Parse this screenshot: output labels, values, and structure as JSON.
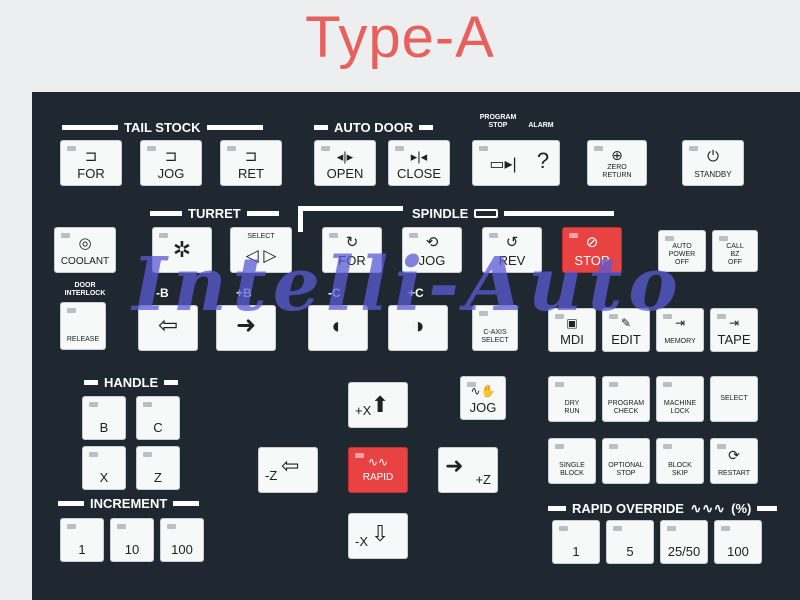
{
  "title": "Type-A",
  "watermark": "Intelli-Auto",
  "sections": {
    "tail_stock": "TAIL STOCK",
    "auto_door": "AUTO DOOR",
    "turret": "TURRET",
    "spindle": "SPINDLE",
    "handle": "HANDLE",
    "increment": "INCREMENT",
    "rapid_override": "RAPID OVERRIDE",
    "rapid_override_unit": "(%)"
  },
  "top_labels": {
    "program_stop": "PROGRAM\nSTOP",
    "alarm": "ALARM"
  },
  "keys": {
    "tail_for": "FOR",
    "tail_jog": "JOG",
    "tail_ret": "RET",
    "door_open": "OPEN",
    "door_close": "CLOSE",
    "zero_return": "ZERO\nRETURN",
    "standby": "STANDBY",
    "coolant": "COOLANT",
    "turret_select": "SELECT",
    "spindle_for": "FOR",
    "spindle_jog": "JOG",
    "spindle_rev": "REV",
    "spindle_stop": "STOP",
    "auto_power_off": "AUTO\nPOWER\nOFF",
    "call_bz_off": "CALL\nBZ\nOFF",
    "door_interlock": "DOOR\nINTERLOCK",
    "release": "RELEASE",
    "c_axis_select": "C-AXIS\nSELECT",
    "mdi": "MDI",
    "edit": "EDIT",
    "memory": "MEMORY",
    "tape": "TAPE",
    "plus_x": "+X",
    "minus_x": "-X",
    "plus_z": "+Z",
    "minus_z": "-Z",
    "rapid": "RAPID",
    "jog": "JOG",
    "dry_run": "DRY\nRUN",
    "program_check": "PROGRAM\nCHECK",
    "machine_lock": "MACHINE\nLOCK",
    "select": "SELECT",
    "single_block": "SINGLE\nBLOCK",
    "optional_stop": "OPTIONAL\nSTOP",
    "block_skip": "BLOCK\nSKIP",
    "restart": "RESTART",
    "handle_b": "B",
    "handle_c": "C",
    "handle_x": "X",
    "handle_z": "Z",
    "inc_1": "1",
    "inc_10": "10",
    "inc_100": "100",
    "ro_1": "1",
    "ro_5": "5",
    "ro_25_50": "25/50",
    "ro_100": "100"
  },
  "axis_labels": {
    "minus_b": "-B",
    "plus_b": "+B",
    "minus_c": "-C",
    "plus_c": "+C"
  }
}
